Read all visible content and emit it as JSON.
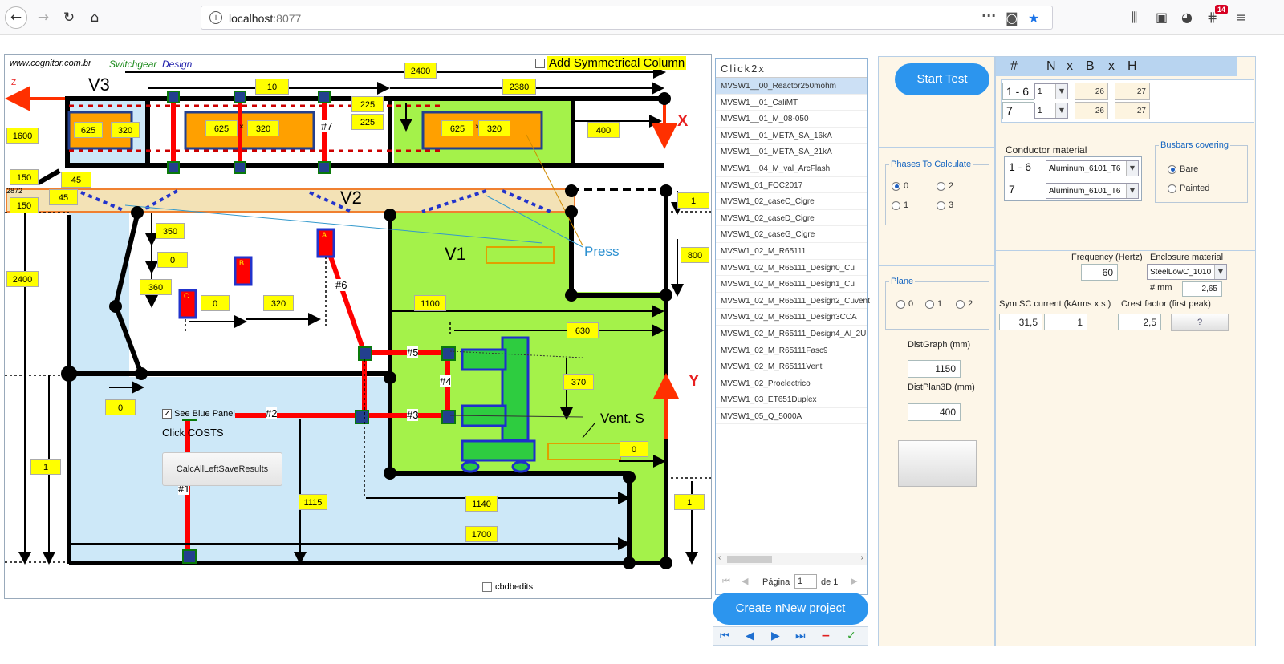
{
  "browser": {
    "url_host": "localhost",
    "url_port": ":8077",
    "notification_count": "14"
  },
  "diagram": {
    "site": "www.cognitor.com.br",
    "brand_1": "Switchgear",
    "brand_2": "Design",
    "add_sym_label": "Add Symmetrical Column",
    "sections": {
      "v3": "V3",
      "v2": "V2",
      "v1": "V1"
    },
    "axes": {
      "x": "X",
      "y": "Y",
      "z": "Z"
    },
    "press_label": "Press",
    "vent_label": "Vent. S",
    "see_blue_panel": "See Blue Panel",
    "click_costs": "Click COSTS",
    "calc_button": "CalcAllLeftSaveResults",
    "cbdb_label": "cbdbedits",
    "node_tags": [
      "#1",
      "#2",
      "#3",
      "#4",
      "#5",
      "#6",
      "#7"
    ],
    "phase_tags": [
      "A",
      "B",
      "C"
    ],
    "side_label": "2872",
    "dims": {
      "d2400_top": "2400",
      "d10": "10",
      "d2380": "2380",
      "d225a": "225",
      "d225b": "225",
      "d400": "400",
      "d1600": "1600",
      "d150a": "150",
      "d45a": "45",
      "d45b": "45",
      "d150b": "150",
      "d1": "1",
      "d2400_left": "2400",
      "d350": "350",
      "d0a": "0",
      "d360": "360",
      "d0b": "0",
      "d320": "320",
      "d1100": "1100",
      "d630": "630",
      "d800": "800",
      "d370": "370",
      "d0c": "0",
      "d0d": "0",
      "d1_left": "1",
      "d1115": "1115",
      "d1140": "1140",
      "d1_right": "1",
      "d1700": "1700"
    },
    "busbar_boxes": [
      {
        "a": "625",
        "b": "320"
      },
      {
        "a": "625",
        "b": "320"
      },
      {
        "a": "625",
        "b": "320"
      }
    ],
    "times": "×"
  },
  "list_panel": {
    "header": "Click2x",
    "items": [
      "MVSW1__00_Reactor250mohm",
      "MVSW1__01_CaliMT",
      "MVSW1__01_M_08-050",
      "MVSW1__01_META_SA_16kA",
      "MVSW1__01_META_SA_21kA",
      "MVSW1__04_M_val_ArcFlash",
      "MVSW1_01_FOC2017",
      "MVSW1_02_caseC_Cigre",
      "MVSW1_02_caseD_Cigre",
      "MVSW1_02_caseG_Cigre",
      "MVSW1_02_M_R65111",
      "MVSW1_02_M_R65111_Design0_Cu",
      "MVSW1_02_M_R65111_Design1_Cu",
      "MVSW1_02_M_R65111_Design2_Cuvent",
      "MVSW1_02_M_R65111_Design3CCA",
      "MVSW1_02_M_R65111_Design4_Al_2U",
      "MVSW1_02_M_R65111Fasc9",
      "MVSW1_02_M_R65111Vent",
      "MVSW1_02_Proelectrico",
      "MVSW1_03_ET651Duplex",
      "MVSW1_05_Q_5000A"
    ],
    "pager_label": "Página",
    "page": "1",
    "of_label": "de 1",
    "create_button": "Create nNew project"
  },
  "mid": {
    "start_button": "Start Test",
    "phases_title": "Phases To Calculate",
    "phase_opts": [
      "0",
      "2",
      "1",
      "3"
    ],
    "plane_title": "Plane",
    "plane_opts": [
      "0",
      "1",
      "2"
    ],
    "distgraph_label": "DistGraph (mm)",
    "distgraph_value": "1150",
    "distplan_label": "DistPlan3D (mm)",
    "distplan_value": "400"
  },
  "right": {
    "hdr_hash": "#",
    "hdr_n": "N",
    "hdr_x1": "x",
    "hdr_b": "B",
    "hdr_x2": "x",
    "hdr_h": "H",
    "rows": [
      {
        "range": "1 - 6",
        "n": "1",
        "b": "26",
        "h": "27"
      },
      {
        "range": "7",
        "n": "1",
        "b": "26",
        "h": "27"
      }
    ],
    "conductor_title": "Conductor material",
    "cond_rows": [
      {
        "range": "1 - 6",
        "material": "Aluminum_6101_T6"
      },
      {
        "range": "7",
        "material": "Aluminum_6101_T6"
      }
    ],
    "covering_title": "Busbars covering",
    "cover_bare": "Bare",
    "cover_painted": "Painted",
    "freq_label": "Frequency (Hertz)",
    "freq_value": "60",
    "encl_label": "Enclosure material",
    "encl_value": "SteelLowC_1010",
    "mm_label": "# mm",
    "mm_value": "2,65",
    "symsc_label": "Sym SC current (kArms x s )",
    "symsc_value": "31,5",
    "symsc_time": "1",
    "crest_label": "Crest factor (first peak)",
    "crest_value": "2,5"
  },
  "colors": {
    "busbar": "#ff0000",
    "green_fill": "#a4f24a",
    "blue_fill": "#cde8f8",
    "label_fill": "#ffff00",
    "accent": "#2c95ee"
  }
}
